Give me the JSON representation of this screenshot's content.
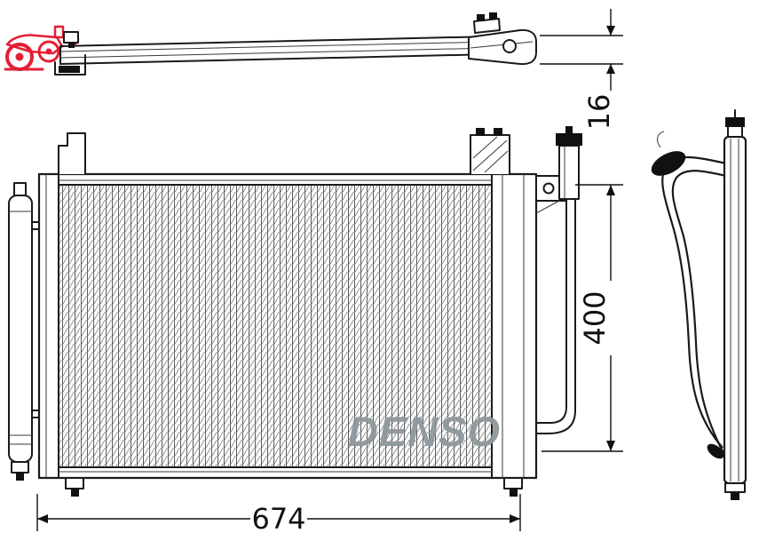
{
  "logo": {
    "name": "auto-parts-store-logo",
    "color": "#e2001a"
  },
  "watermark": {
    "text": "DENSO",
    "color": "#8e979c"
  },
  "dimensions": {
    "width_mm": "674",
    "height_mm": "400",
    "depth_mm": "16"
  },
  "drawing": {
    "line_color": "#1a1a1a"
  }
}
